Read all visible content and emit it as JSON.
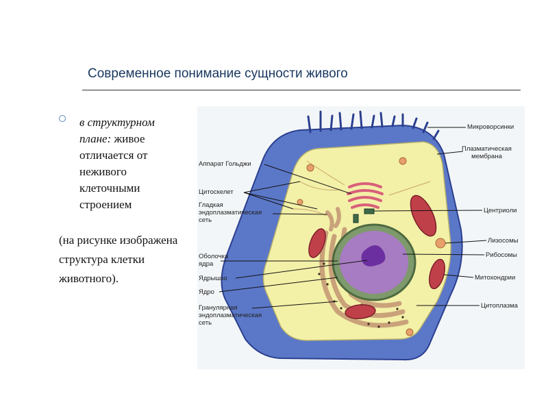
{
  "slide": {
    "title": "Современное понимание сущности живого",
    "bullet": {
      "italic_part": "в структурном плане:",
      "normal_part": " живое отличается от неживого клеточными строением"
    },
    "note": "(на рисунке изображена структура клетки животного)."
  },
  "diagram": {
    "labels_left": [
      {
        "id": "golgi",
        "text": "Аппарат Гольджи"
      },
      {
        "id": "cytoskeleton",
        "text": "Цитоскелет"
      },
      {
        "id": "smooth-er",
        "text": "Гладкая\nэндоплазматическая\nсеть"
      },
      {
        "id": "nuclear-envelope",
        "text": "Оболочка\nядра"
      },
      {
        "id": "nucleolus",
        "text": "Ядрышко"
      },
      {
        "id": "nucleus",
        "text": "Ядро"
      },
      {
        "id": "rough-er",
        "text": "Гранулярная\nэндоплазматическая\nсеть"
      }
    ],
    "labels_right": [
      {
        "id": "microvilli",
        "text": "Микроворсинки"
      },
      {
        "id": "plasma-membrane",
        "text": "Плазматическая\nмембрана"
      },
      {
        "id": "centrioles",
        "text": "Центриоли"
      },
      {
        "id": "lysosomes",
        "text": "Лизосомы"
      },
      {
        "id": "ribosomes",
        "text": "Рибосомы"
      },
      {
        "id": "mitochondria",
        "text": "Митохондрии"
      },
      {
        "id": "cytoplasm",
        "text": "Цитоплазма"
      }
    ],
    "colors": {
      "membrane": "#5b78c8",
      "membrane_dark": "#2b3f8f",
      "cytoplasm": "#f3f0a8",
      "nucleus": "#a77cc2",
      "nucleolus": "#6b2fa0",
      "mitochondria": "#c0404a",
      "er": "#c9a27a",
      "lysosome": "#e8a06a"
    }
  }
}
